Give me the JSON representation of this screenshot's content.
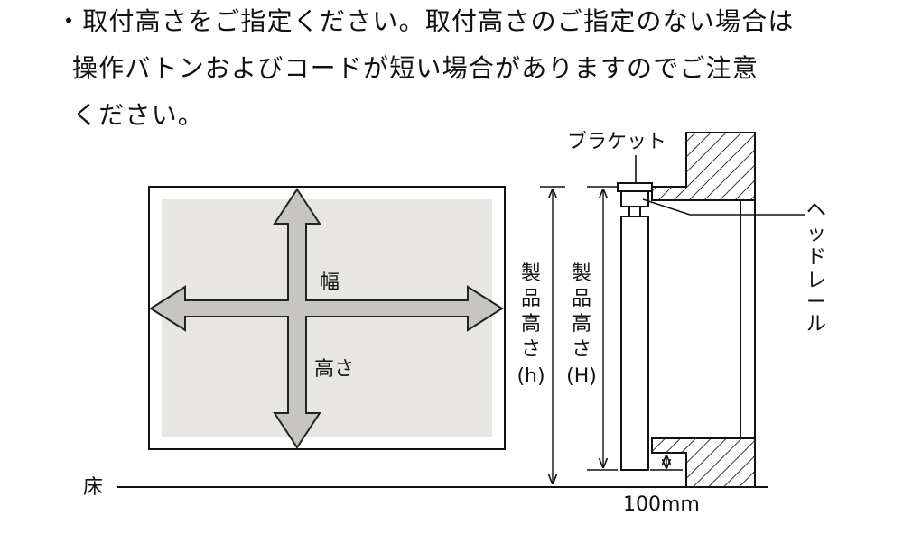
{
  "note": {
    "bullet": "・",
    "lines": [
      "取付高さをご指定ください。取付高さのご指定のない場合は",
      "操作バトンおよびコードが短い場合がありますのでご注意",
      "ください。"
    ]
  },
  "diagram": {
    "width_label": "幅",
    "height_label": "高さ",
    "floor_label": "床",
    "bracket_label": "ブラケット",
    "headrail_label_chars": [
      "ヘ",
      "ッ",
      "ド",
      "レ",
      "ー",
      "ル"
    ],
    "product_height_h_chars": [
      "製",
      "品",
      "高",
      "さ"
    ],
    "product_height_h_paren": "(h)",
    "product_height_H_chars": [
      "製",
      "品",
      "高",
      "さ"
    ],
    "product_height_H_paren": "(H)",
    "clearance_label": "100mm"
  }
}
